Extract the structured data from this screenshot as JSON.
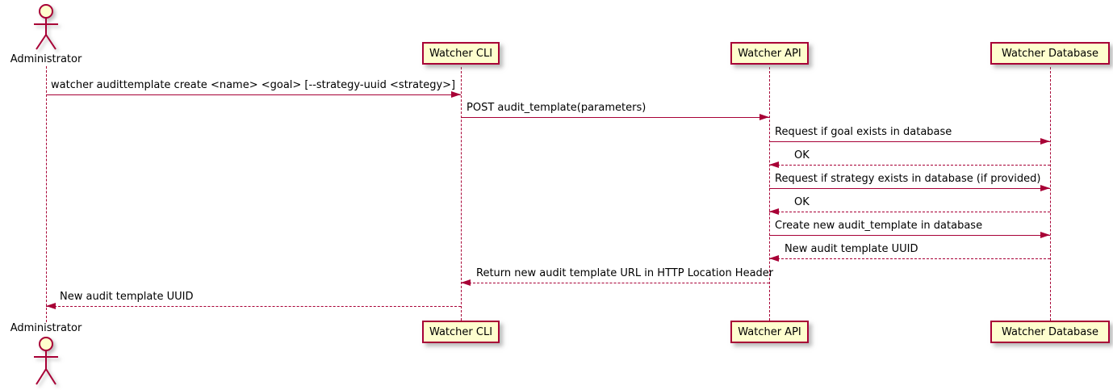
{
  "diagram": {
    "type": "uml-sequence",
    "actors": [
      {
        "name": "Administrator",
        "kind": "actor"
      },
      {
        "name": "Watcher CLI",
        "kind": "participant"
      },
      {
        "name": "Watcher API",
        "kind": "participant"
      },
      {
        "name": "Watcher Database",
        "kind": "participant"
      }
    ],
    "messages": [
      {
        "from": "Administrator",
        "to": "Watcher CLI",
        "style": "solid",
        "text": "watcher audittemplate create <name> <goal> [--strategy-uuid <strategy>]"
      },
      {
        "from": "Watcher CLI",
        "to": "Watcher API",
        "style": "solid",
        "text": "POST audit_template(parameters)"
      },
      {
        "from": "Watcher API",
        "to": "Watcher Database",
        "style": "solid",
        "text": "Request if goal exists in database"
      },
      {
        "from": "Watcher Database",
        "to": "Watcher API",
        "style": "dashed",
        "text": "OK"
      },
      {
        "from": "Watcher API",
        "to": "Watcher Database",
        "style": "solid",
        "text": "Request if strategy exists in database (if provided)"
      },
      {
        "from": "Watcher Database",
        "to": "Watcher API",
        "style": "dashed",
        "text": "OK"
      },
      {
        "from": "Watcher API",
        "to": "Watcher Database",
        "style": "solid",
        "text": "Create new audit_template in database"
      },
      {
        "from": "Watcher Database",
        "to": "Watcher API",
        "style": "dashed",
        "text": "New audit template UUID"
      },
      {
        "from": "Watcher API",
        "to": "Watcher CLI",
        "style": "dashed",
        "text": "Return new audit template URL in HTTP Location Header"
      },
      {
        "from": "Watcher CLI",
        "to": "Administrator",
        "style": "dashed",
        "text": "New audit template UUID"
      }
    ],
    "colors": {
      "participant_fill": "#FEFECE",
      "border": "#A80036",
      "arrow": "#A80036",
      "text": "#000000",
      "background": "#FFFFFF"
    }
  }
}
